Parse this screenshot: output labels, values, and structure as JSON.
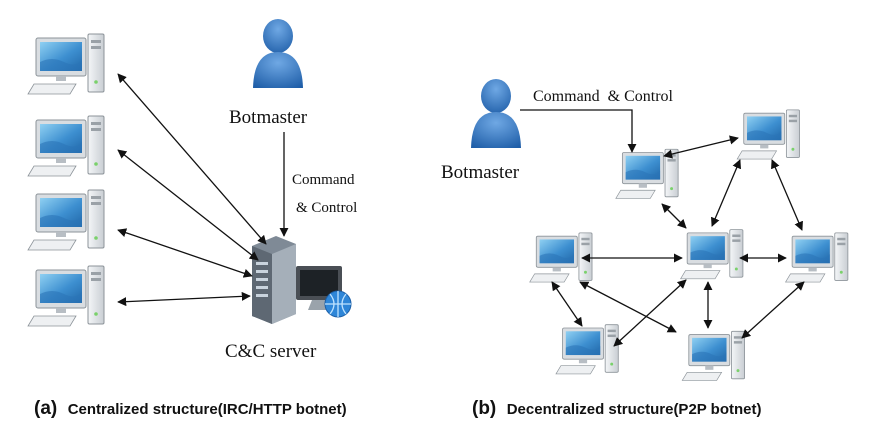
{
  "diagram_a": {
    "botmaster_label": "Botmaster",
    "command_label_line1": "Command",
    "command_label_line2": "& Control",
    "server_label": "C&C server",
    "caption_letter": "(a)",
    "caption_text": "Centralized structure(IRC/HTTP botnet)"
  },
  "diagram_b": {
    "botmaster_label": "Botmaster",
    "command_label": "Command  & Control",
    "caption_letter": "(b)",
    "caption_text": "Decentralized structure(P2P botnet)"
  },
  "colors": {
    "person_blue": "#2f74c4",
    "screen_blue": "#3d8fd0",
    "case_gray": "#e4e7ea",
    "arrow": "#111111"
  }
}
